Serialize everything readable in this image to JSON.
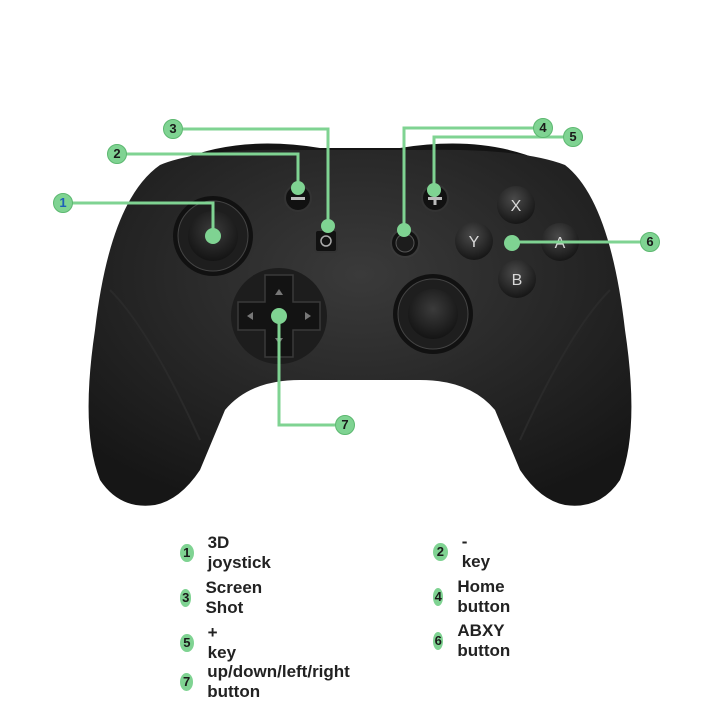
{
  "diagram": {
    "title": "",
    "accent_color": "#7fd392",
    "controller_color": "#1c1c1c",
    "face_buttons": {
      "x": "X",
      "y": "Y",
      "a": "A",
      "b": "B"
    },
    "callouts": [
      {
        "number": "1",
        "target": "left-joystick"
      },
      {
        "number": "2",
        "target": "minus-button"
      },
      {
        "number": "3",
        "target": "screenshot-button"
      },
      {
        "number": "4",
        "target": "home-button"
      },
      {
        "number": "5",
        "target": "plus-button"
      },
      {
        "number": "6",
        "target": "abxy-buttons"
      },
      {
        "number": "7",
        "target": "dpad"
      }
    ]
  },
  "legend": {
    "items": [
      {
        "number": "1",
        "label": "3D joystick"
      },
      {
        "number": "2",
        "label": "- key"
      },
      {
        "number": "3",
        "label": "Screen Shot"
      },
      {
        "number": "4",
        "label": "Home button"
      },
      {
        "number": "5",
        "label": "+ key"
      },
      {
        "number": "6",
        "label": "ABXY button"
      },
      {
        "number": "7",
        "label": "up/down/left/right button"
      }
    ]
  }
}
